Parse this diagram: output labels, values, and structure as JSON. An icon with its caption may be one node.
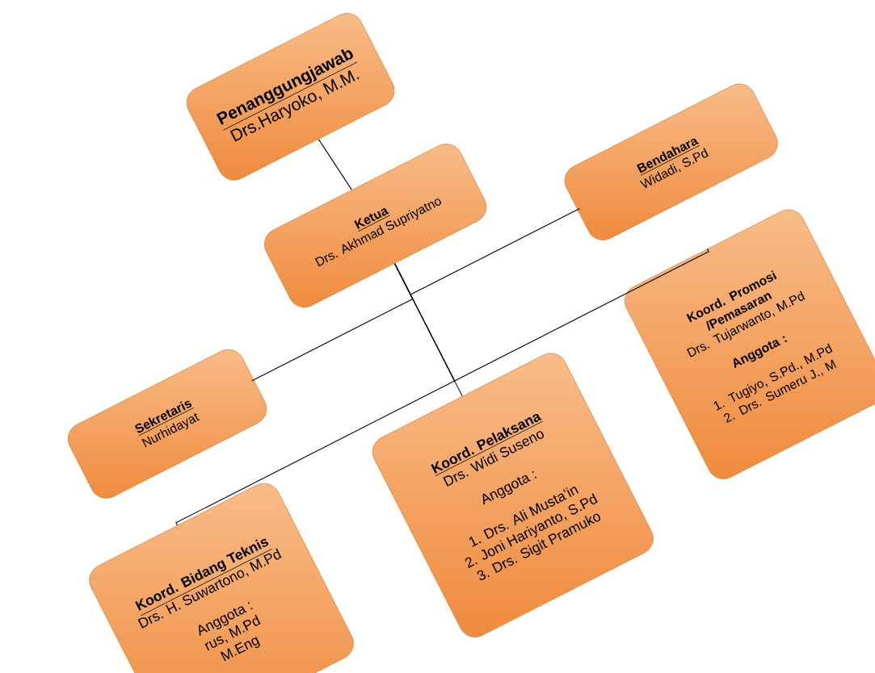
{
  "diagram": {
    "nodes": [
      {
        "text": [
          "Penanggungjawab",
          "Drs.Haryoko, M.M."
        ]
      },
      {
        "text": [
          "Bendahara",
          "Widadi, S.Pd"
        ]
      },
      {
        "text": [
          "Ketua",
          "Drs. Akhmad Supriyatno"
        ]
      },
      {
        "text": [
          "Koord. Promosi /Pemasaran",
          "Drs. Tujarwanto, M.Pd",
          "Anggota :",
          "1. Tugiyo, S.Pd., M.Pd",
          "2. Drs. Sumeru J., M"
        ]
      },
      {
        "text": [
          "Sekretaris",
          "Nurhidayat"
        ]
      },
      {
        "text": [
          "Koord. Pelaksana",
          "Drs. Widi Suseno",
          "Anggota :",
          "1. Drs. Ali Musta’in",
          "2. Joni Hariyanto, S.Pd",
          "3. Drs. Sigit Pramuko"
        ]
      },
      {
        "text": [
          "Koord. Bidang Teknis",
          "Drs. H. Suwartono, M.Pd",
          "Anggota :",
          "rus, M.Pd",
          "M.Eng"
        ]
      }
    ],
    "edges": [
      {
        "from": 0,
        "to": 2,
        "arrow": "none"
      },
      {
        "from": 2,
        "to": 1,
        "arrow": "none"
      },
      {
        "from": 2,
        "to": 4,
        "arrow": "none"
      },
      {
        "from": 2,
        "to": 5,
        "arrow": "none"
      },
      {
        "from": 2,
        "to": 6,
        "arrow": "none"
      },
      {
        "from": 2,
        "to": 3,
        "arrow": "none"
      }
    ]
  }
}
